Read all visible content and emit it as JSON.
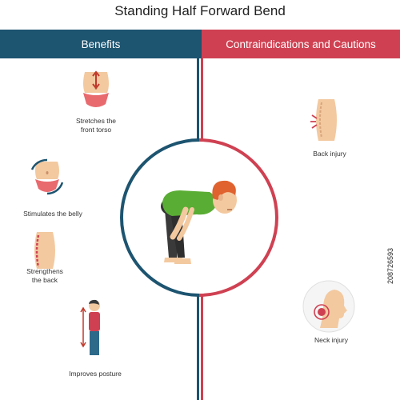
{
  "title": "Standing Half Forward Bend",
  "benefits": {
    "heading": "Benefits",
    "items": [
      {
        "label": "Stretches the\nfront torso"
      },
      {
        "label": "Stimulates the belly"
      },
      {
        "label": "Strengthens\nthe back"
      },
      {
        "label": "Improves posture"
      }
    ]
  },
  "cautions": {
    "heading": "Contraindications and Cautions",
    "items": [
      {
        "label": "Back injury"
      },
      {
        "label": "Neck injury"
      }
    ]
  },
  "watermark": "208726593",
  "colors": {
    "benefits_accent": "#1d5470",
    "cautions_accent": "#cf4152",
    "skin": "#f3c9a0",
    "shirt": "#5aad34",
    "hair": "#e0622f"
  }
}
